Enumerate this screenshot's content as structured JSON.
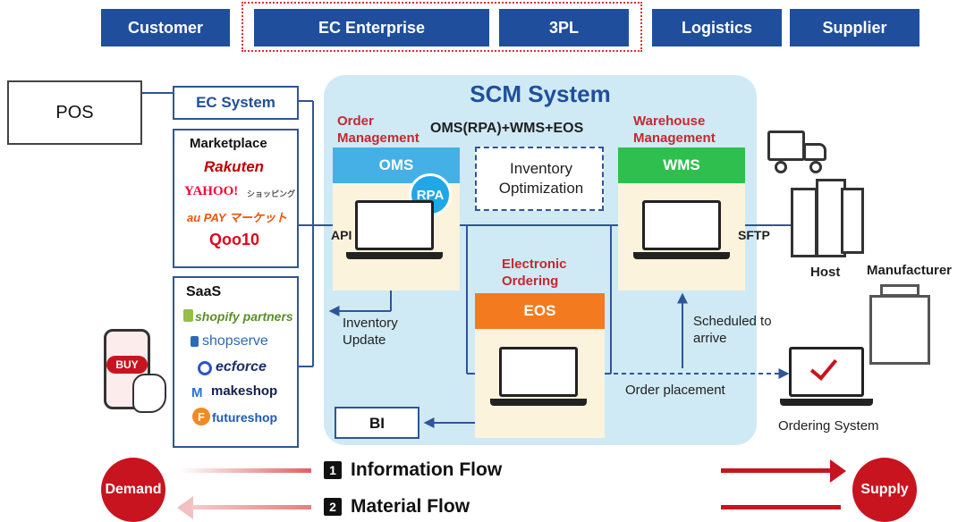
{
  "header": {
    "customer": "Customer",
    "ec_enterprise": "EC Enterprise",
    "threepl": "3PL",
    "logistics": "Logistics",
    "supplier": "Supplier"
  },
  "left": {
    "pos": "POS",
    "ec_system": "EC System",
    "marketplace_title": "Marketplace",
    "marketplace_logos": [
      "Rakuten",
      "YAHOO!",
      "ショッピング",
      "au PAY マーケット",
      "Qoo10"
    ],
    "saas_title": "SaaS",
    "saas_logos": [
      "shopify partners",
      "shopserve",
      "ecforce",
      "makeshop",
      "futureshop"
    ],
    "buy": "BUY"
  },
  "scm": {
    "title": "SCM System",
    "order_mgmt": "Order Management",
    "formula": "OMS(RPA)+WMS+EOS",
    "warehouse_mgmt": "Warehouse Management",
    "oms": "OMS",
    "rpa": "RPA",
    "inventory_opt": "Inventory Optimization",
    "wms": "WMS",
    "electronic_ordering": "Electronic Ordering",
    "eos": "EOS",
    "api": "API",
    "sftp": "SFTP",
    "inventory_update": "Inventory Update",
    "scheduled": "Scheduled to arrive",
    "order_placement": "Order placement",
    "bi": "BI"
  },
  "right": {
    "host": "Host",
    "manufacturer": "Manufacturer",
    "ordering_system": "Ordering System"
  },
  "footer": {
    "demand": "Demand",
    "supply": "Supply",
    "info_num": "1",
    "info_flow": "Information Flow",
    "mat_num": "2",
    "mat_flow": "Material Flow"
  },
  "colors": {
    "header_blue": "#1f4e9c",
    "oms_blue": "#45b0e5",
    "wms_green": "#2fbf4f",
    "eos_orange": "#f47a1f",
    "accent_red": "#c8141f"
  }
}
